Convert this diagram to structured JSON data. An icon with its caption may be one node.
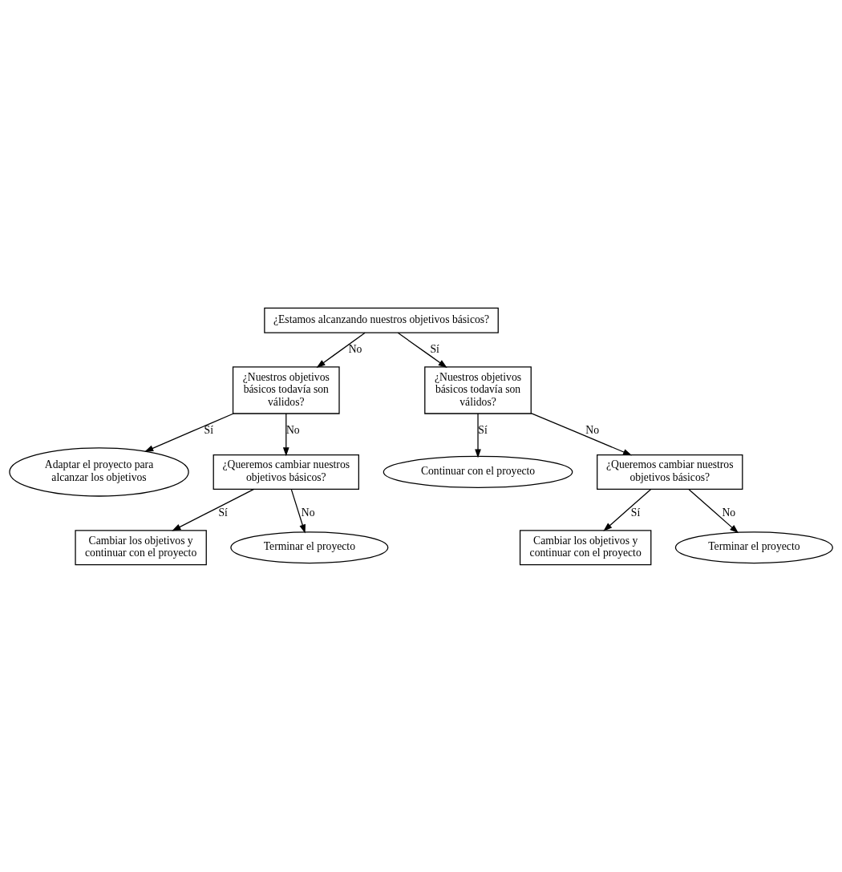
{
  "diagram": {
    "nodes": [
      {
        "text": [
          "¿Estamos alcanzando nuestros objetivos básicos?"
        ]
      },
      {
        "text": [
          "¿Nuestros objetivos básicos todavía son válidos?"
        ]
      },
      {
        "text": [
          "¿Nuestros objetivos básicos todavía son válidos?"
        ]
      },
      {
        "text": [
          "Adaptar el proyecto para alcanzar los objetivos"
        ]
      },
      {
        "text": [
          "Continuar con el proyecto"
        ]
      },
      {
        "text": [
          "¿Queremos cambiar nuestros objetivos básicos?"
        ]
      },
      {
        "text": [
          "¿Queremos cambiar nuestros objetivos básicos?"
        ]
      },
      {
        "text": [
          "Cambiar los objetivos y continuar con el proyecto"
        ]
      },
      {
        "text": [
          "Terminar el proyecto"
        ]
      },
      {
        "text": [
          "Cambiar los objetivos y continuar con el proyecto"
        ]
      },
      {
        "text": [
          "Terminar el proyecto"
        ]
      }
    ],
    "edges": [
      {
        "from": 0,
        "to": 1,
        "arrow": "to",
        "label": "No"
      },
      {
        "from": 0,
        "to": 2,
        "arrow": "to",
        "label": "Sí"
      },
      {
        "from": 1,
        "to": 5,
        "arrow": "to",
        "label": "No"
      },
      {
        "from": 1,
        "to": 3,
        "arrow": "to",
        "label": "Sí"
      },
      {
        "from": 2,
        "to": 6,
        "arrow": "to",
        "label": "No"
      },
      {
        "from": 2,
        "to": 4,
        "arrow": "to",
        "label": "Sí"
      },
      {
        "from": 5,
        "to": 8,
        "arrow": "to",
        "label": "No"
      },
      {
        "from": 5,
        "to": 7,
        "arrow": "to",
        "label": "Sí"
      },
      {
        "from": 6,
        "to": 10,
        "arrow": "to",
        "label": "No"
      },
      {
        "from": 6,
        "to": 9,
        "arrow": "to",
        "label": "Sí"
      }
    ]
  }
}
